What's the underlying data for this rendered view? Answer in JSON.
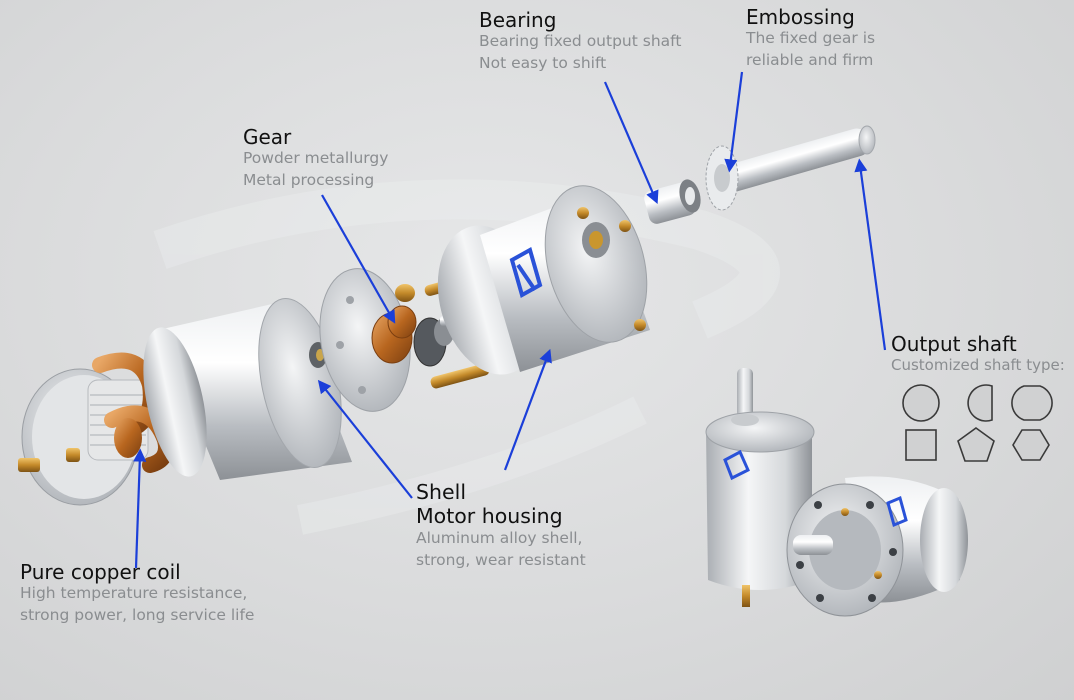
{
  "callouts": {
    "bearing": {
      "title": "Bearing",
      "lines": [
        "Bearing fixed output shaft",
        "Not easy to shift"
      ]
    },
    "embossing": {
      "title": "Embossing",
      "lines": [
        "The fixed gear is",
        "reliable and firm"
      ]
    },
    "gear": {
      "title": "Gear",
      "lines": [
        "Powder metallurgy",
        "Metal processing"
      ]
    },
    "shell": {
      "titles": [
        "Shell",
        "Motor housing"
      ],
      "lines": [
        "Aluminum alloy shell,",
        "strong, wear resistant"
      ]
    },
    "output_shaft": {
      "title": "Output shaft",
      "lines": [
        "Customized shaft type:"
      ]
    },
    "coil": {
      "title": "Pure copper coil",
      "lines": [
        "High temperature resistance,",
        "strong power, long service life"
      ]
    }
  },
  "shaft_types": [
    "round",
    "single-flat",
    "double-flat",
    "square",
    "pentagon",
    "hexagon"
  ],
  "colors": {
    "pointer": "#1b3fd9",
    "metal_light": "#f2f3f4",
    "metal_dark": "#8d9196",
    "copper": "#c97a2c",
    "brass": "#c9962e",
    "logo_blue": "#2a52d8"
  }
}
